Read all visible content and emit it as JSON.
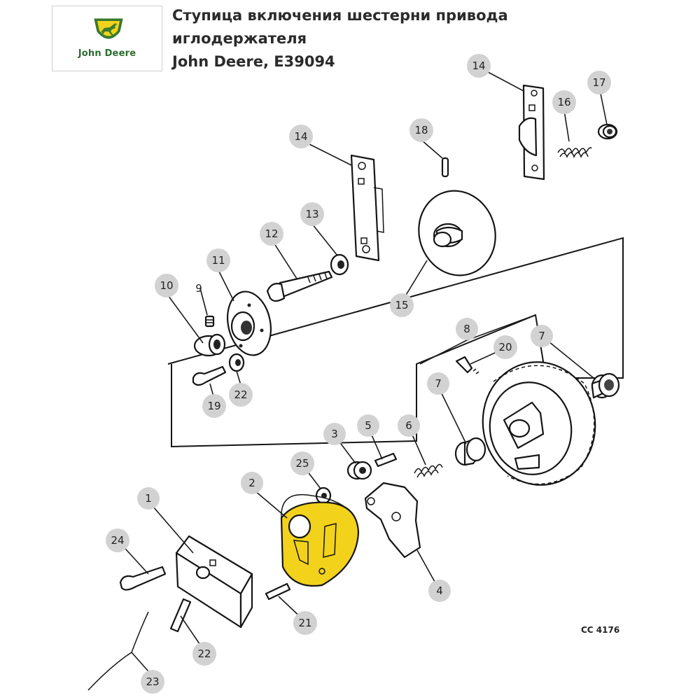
{
  "header": {
    "logo_text": "John Deere",
    "title_line1": "Ступица включения шестерни привода",
    "title_line2": "иглодержателя",
    "title_line3": "John Deere, E39094"
  },
  "figure_code": "CC 4176",
  "highlight_color": "#f2d21b",
  "callouts": [
    {
      "id": "c14a",
      "label": "14"
    },
    {
      "id": "c17",
      "label": "17"
    },
    {
      "id": "c16",
      "label": "16"
    },
    {
      "id": "c14b",
      "label": "14"
    },
    {
      "id": "c18",
      "label": "18"
    },
    {
      "id": "c13",
      "label": "13"
    },
    {
      "id": "c12",
      "label": "12"
    },
    {
      "id": "c11",
      "label": "11"
    },
    {
      "id": "c10",
      "label": "10"
    },
    {
      "id": "c9",
      "label": "9"
    },
    {
      "id": "c15",
      "label": "15"
    },
    {
      "id": "c8",
      "label": "8"
    },
    {
      "id": "c20",
      "label": "20"
    },
    {
      "id": "c7a",
      "label": "7"
    },
    {
      "id": "c7b",
      "label": "7"
    },
    {
      "id": "c19",
      "label": "19"
    },
    {
      "id": "c22a",
      "label": "22"
    },
    {
      "id": "c3",
      "label": "3"
    },
    {
      "id": "c5",
      "label": "5"
    },
    {
      "id": "c6",
      "label": "6"
    },
    {
      "id": "c25",
      "label": "25"
    },
    {
      "id": "c2",
      "label": "2"
    },
    {
      "id": "c1",
      "label": "1"
    },
    {
      "id": "c24",
      "label": "24"
    },
    {
      "id": "c4",
      "label": "4"
    },
    {
      "id": "c21",
      "label": "21"
    },
    {
      "id": "c22b",
      "label": "22"
    },
    {
      "id": "c23",
      "label": "23"
    }
  ]
}
